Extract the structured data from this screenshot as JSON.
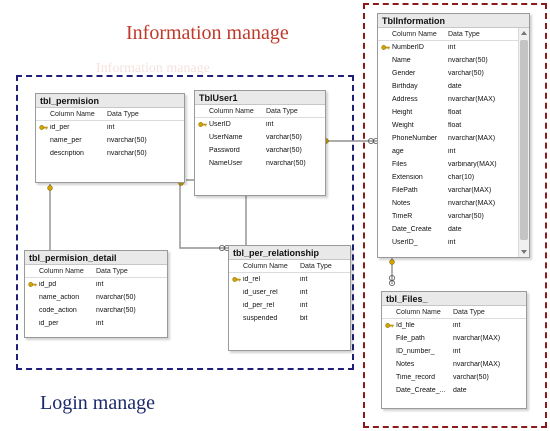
{
  "labels": {
    "information_manage": "Information manage",
    "login_manage": "Login manage"
  },
  "column_header": {
    "name": "Column Name",
    "type": "Data Type"
  },
  "tables": {
    "tbl_permision": {
      "title": "tbl_permision",
      "columns": [
        {
          "name": "id_per",
          "type": "int",
          "pk": true
        },
        {
          "name": "name_per",
          "type": "nvarchar(50)",
          "pk": false
        },
        {
          "name": "description",
          "type": "nvarchar(50)",
          "pk": false
        }
      ]
    },
    "tbluser1": {
      "title": "TblUser1",
      "columns": [
        {
          "name": "UserID",
          "type": "int",
          "pk": true
        },
        {
          "name": "UserName",
          "type": "varchar(50)",
          "pk": false
        },
        {
          "name": "Password",
          "type": "varchar(50)",
          "pk": false
        },
        {
          "name": "NameUser",
          "type": "nvarchar(50)",
          "pk": false
        }
      ]
    },
    "tblinformation": {
      "title": "TblInformation",
      "columns": [
        {
          "name": "NumberID",
          "type": "int",
          "pk": true
        },
        {
          "name": "Name",
          "type": "nvarchar(50)",
          "pk": false
        },
        {
          "name": "Gender",
          "type": "varchar(50)",
          "pk": false
        },
        {
          "name": "Birthday",
          "type": "date",
          "pk": false
        },
        {
          "name": "Address",
          "type": "nvarchar(MAX)",
          "pk": false
        },
        {
          "name": "Height",
          "type": "float",
          "pk": false
        },
        {
          "name": "Weight",
          "type": "float",
          "pk": false
        },
        {
          "name": "PhoneNumber",
          "type": "nvarchar(MAX)",
          "pk": false
        },
        {
          "name": "age",
          "type": "int",
          "pk": false
        },
        {
          "name": "Files",
          "type": "varbinary(MAX)",
          "pk": false
        },
        {
          "name": "Extension",
          "type": "char(10)",
          "pk": false
        },
        {
          "name": "FilePath",
          "type": "varchar(MAX)",
          "pk": false
        },
        {
          "name": "Notes",
          "type": "nvarchar(MAX)",
          "pk": false
        },
        {
          "name": "TimeR",
          "type": "varchar(50)",
          "pk": false
        },
        {
          "name": "Date_Create",
          "type": "date",
          "pk": false
        },
        {
          "name": "UserID_",
          "type": "int",
          "pk": false
        }
      ]
    },
    "tbl_permision_detail": {
      "title": "tbl_permision_detail",
      "columns": [
        {
          "name": "id_pd",
          "type": "int",
          "pk": true
        },
        {
          "name": "name_action",
          "type": "nvarchar(50)",
          "pk": false
        },
        {
          "name": "code_action",
          "type": "nvarchar(50)",
          "pk": false
        },
        {
          "name": "id_per",
          "type": "int",
          "pk": false
        }
      ]
    },
    "tbl_per_relationship": {
      "title": "tbl_per_relationship",
      "columns": [
        {
          "name": "id_rel",
          "type": "int",
          "pk": true
        },
        {
          "name": "id_user_rel",
          "type": "int",
          "pk": false
        },
        {
          "name": "id_per_rel",
          "type": "int",
          "pk": false
        },
        {
          "name": "suspended",
          "type": "bit",
          "pk": false
        }
      ]
    },
    "tbl_files": {
      "title": "tbl_Files_",
      "columns": [
        {
          "name": "Id_file",
          "type": "int",
          "pk": true
        },
        {
          "name": "File_path",
          "type": "nvarchar(MAX)",
          "pk": false
        },
        {
          "name": "ID_number_",
          "type": "int",
          "pk": false
        },
        {
          "name": "Notes",
          "type": "nvarchar(MAX)",
          "pk": false
        },
        {
          "name": "Time_record",
          "type": "varchar(50)",
          "pk": false
        },
        {
          "name": "Date_Create_...",
          "type": "date",
          "pk": false
        }
      ]
    }
  },
  "colors": {
    "login_region": "#1f1f7a",
    "info_region": "#8b1a1a",
    "info_title": "#c0392b",
    "login_title": "#1c2a6b",
    "key_icon": "#d4a500",
    "connector": "#909090"
  }
}
